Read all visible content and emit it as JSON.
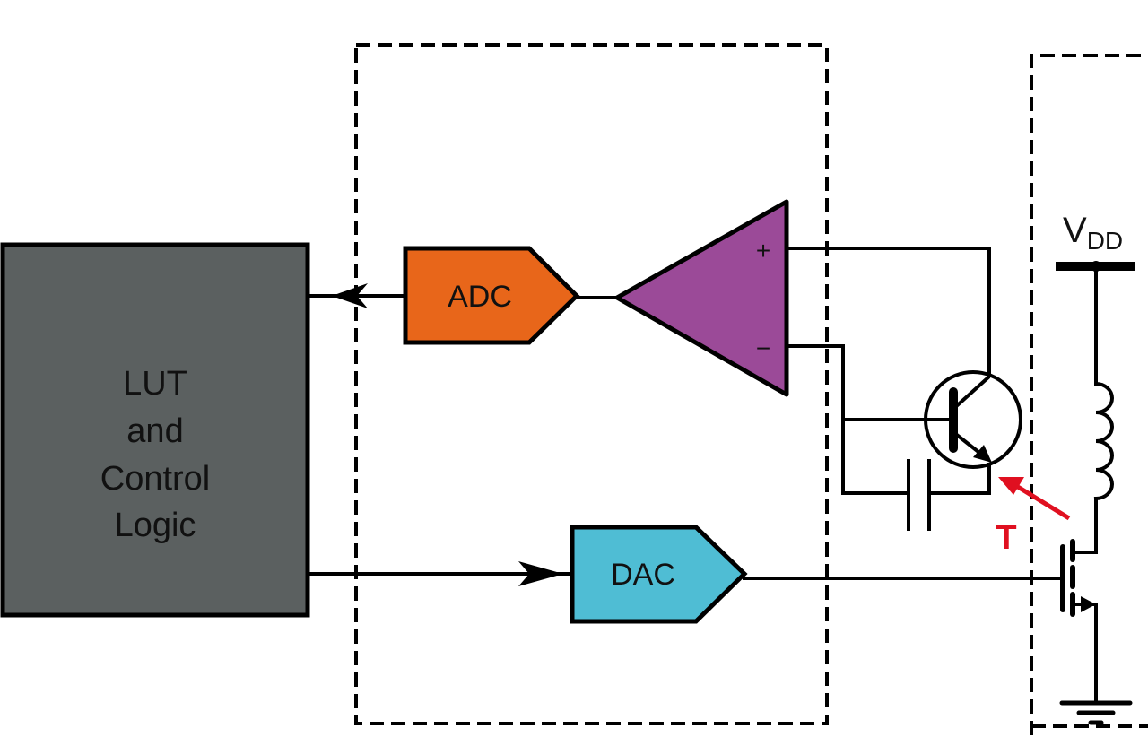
{
  "blocks": {
    "lut": {
      "lines": [
        "LUT",
        "and",
        "Control",
        "Logic"
      ]
    },
    "adc": {
      "label": "ADC"
    },
    "dac": {
      "label": "DAC"
    },
    "amp": {
      "plus": "+",
      "minus": "−"
    }
  },
  "labels": {
    "vdd_main": "V",
    "vdd_sub": "DD",
    "sensor": "T"
  },
  "colors": {
    "lut_fill": "#5b6060",
    "adc_fill": "#e8661a",
    "amp_fill": "#9b4a98",
    "dac_fill": "#4fbdd4",
    "sensor_arrow": "#e01020"
  }
}
